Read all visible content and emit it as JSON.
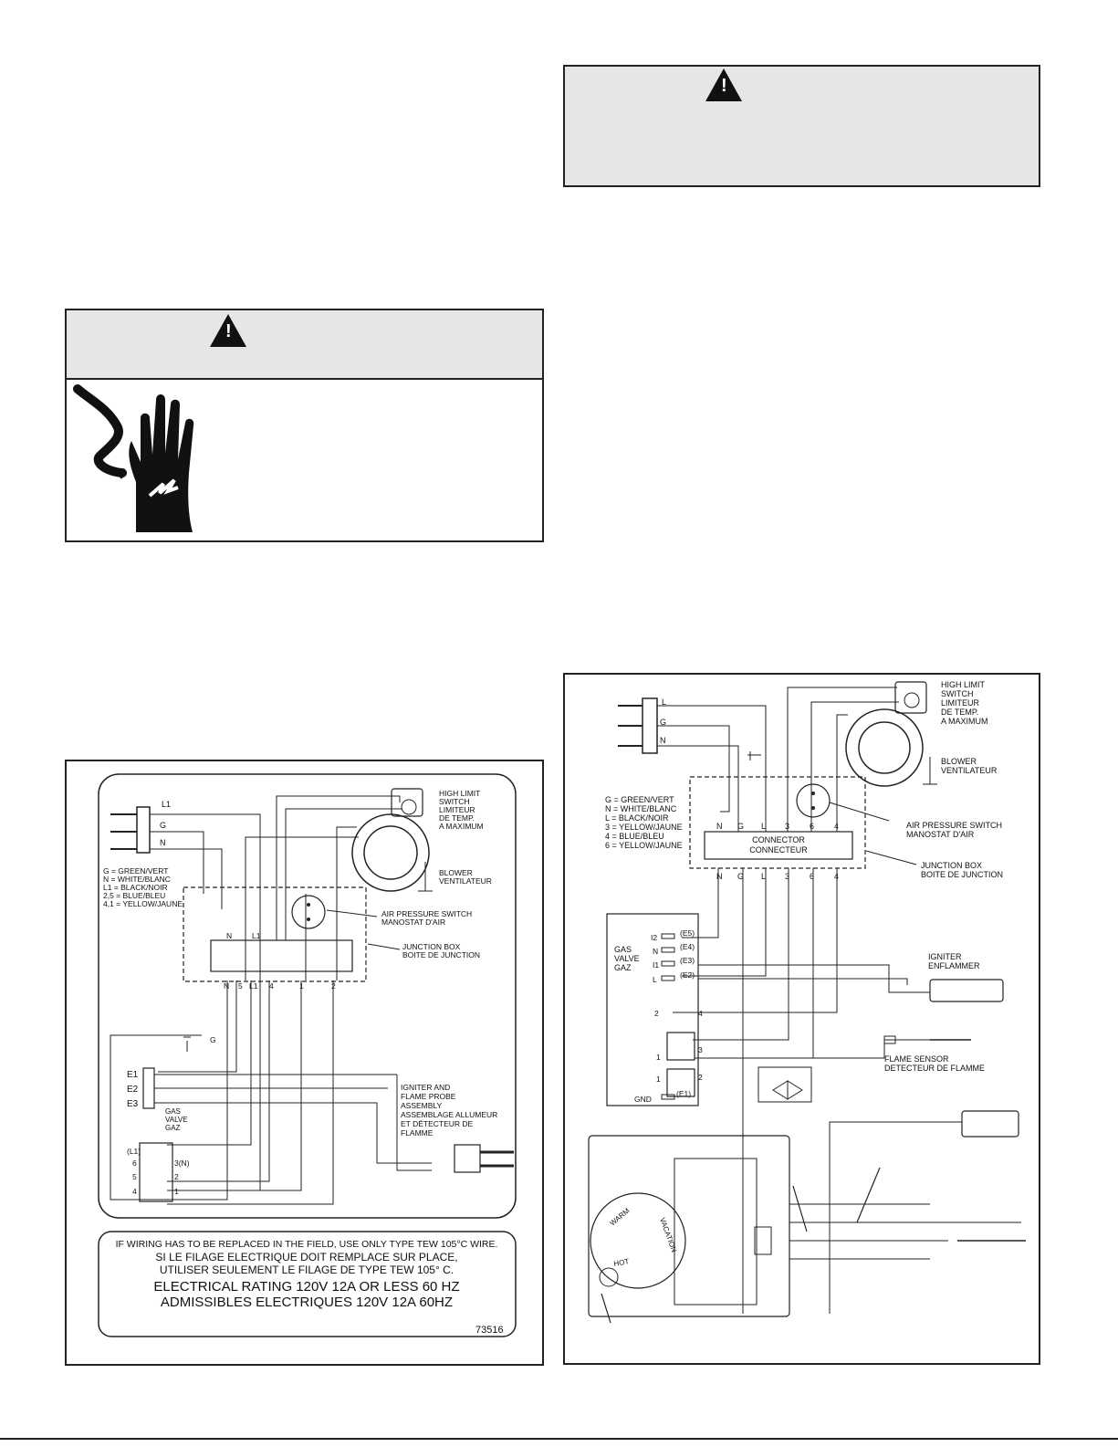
{
  "left_diagram": {
    "cord_labels": {
      "l1": "L1",
      "g": "G",
      "n": "N"
    },
    "legend": [
      "G = GREEN/VERT",
      "N = WHITE/BLANC",
      "L1 = BLACK/NOIR",
      "2,5 = BLUE/BLEU",
      "4,1 = YELLOW/JAUNE"
    ],
    "high_limit": [
      "HIGH LIMIT",
      "SWITCH",
      "LIMITEUR",
      "DE TEMP.",
      "A MAXIMUM"
    ],
    "blower": [
      "BLOWER",
      "VENTILATEUR"
    ],
    "air_pressure": [
      "AIR PRESSURE SWITCH",
      "MANOSTAT D'AIR"
    ],
    "junction_box": [
      "JUNCTION BOX",
      "BOITE DE JUNCTION"
    ],
    "jb_top_labels": [
      "N",
      "L1"
    ],
    "jb_bottom_labels": [
      "N",
      "5",
      "L1",
      "4",
      "1",
      "2"
    ],
    "ground_label": "G",
    "e_labels": [
      "E1",
      "E2",
      "E3"
    ],
    "gas_valve": [
      "GAS",
      "VALVE",
      "GAZ"
    ],
    "igniter": [
      "IGNITER AND",
      "FLAME PROBE",
      "ASSEMBLY",
      "ASSEMBLAGE ALLUMEUR",
      "ET DÉTECTEUR DE",
      "FLAMME"
    ],
    "plug_labels": [
      "(L1)",
      "6",
      "3(N)",
      "5",
      "2",
      "4",
      "1"
    ],
    "note_lines": [
      "IF WIRING HAS TO BE REPLACED IN THE FIELD, USE ONLY TYPE TEW 105°C WIRE.",
      "SI LE FILAGE ELECTRIQUE DOIT REMPLACE SUR PLACE,",
      "UTILISER SEULEMENT LE FILAGE DE TYPE TEW 105° C."
    ],
    "rating_lines": [
      "ELECTRICAL RATING 120V 12A OR LESS 60 HZ",
      "ADMISSIBLES ELECTRIQUES 120V 12A 60HZ"
    ],
    "part_number": "73516"
  },
  "right_diagram": {
    "cord_labels": {
      "l": "L",
      "g": "G",
      "n": "N"
    },
    "legend": [
      "G = GREEN/VERT",
      "N = WHITE/BLANC",
      "L = BLACK/NOIR",
      "3 = YELLOW/JAUNE",
      "4 = BLUE/BLEU",
      "6 = YELLOW/JAUNE"
    ],
    "high_limit": [
      "HIGH LIMIT",
      "SWITCH",
      "LIMITEUR",
      "DE TEMP.",
      "A MAXIMUM"
    ],
    "blower": [
      "BLOWER",
      "VENTILATEUR"
    ],
    "air_pressure": [
      "AIR PRESSURE SWITCH",
      "MANOSTAT D'AIR"
    ],
    "connector": [
      "CONNECTOR",
      "CONNECTEUR"
    ],
    "junction_box": [
      "JUNCTION BOX",
      "BOITE DE JUNCTION"
    ],
    "conn_labels": [
      "N",
      "G",
      "L",
      "3",
      "6",
      "4"
    ],
    "gas_valve": [
      "GAS",
      "VALVE",
      "GAZ"
    ],
    "valve_pins": [
      "I2",
      "N",
      "I1",
      "L"
    ],
    "valve_codes": [
      "(E5)",
      "(E4)",
      "(E3)",
      "(E2)"
    ],
    "igniter": [
      "IGNITER",
      "ENFLAMMER"
    ],
    "plug_nums": [
      "2",
      "4",
      "1",
      "3",
      "1",
      "2"
    ],
    "flame_sensor": [
      "FLAME SENSOR",
      "DETECTEUR DE FLAMME"
    ],
    "gnd": "GND",
    "e1": "(E1)",
    "dial": [
      "WARM",
      "VACATION",
      "HOT"
    ]
  }
}
